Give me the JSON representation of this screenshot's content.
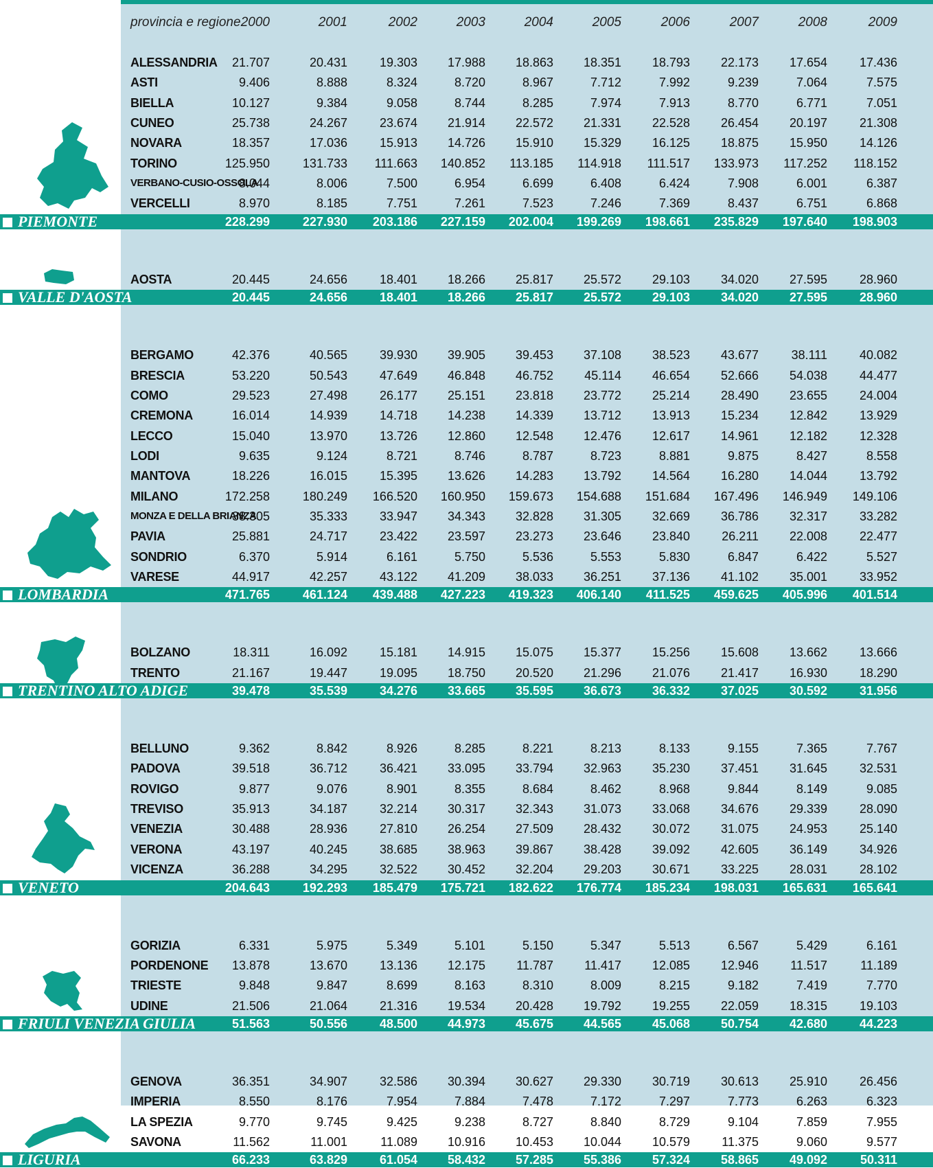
{
  "header": {
    "label": "provincia e regione",
    "years": [
      "2000",
      "2001",
      "2002",
      "2003",
      "2004",
      "2005",
      "2006",
      "2007",
      "2008",
      "2009"
    ]
  },
  "colors": {
    "accent": "#0f9f8e",
    "panel": "#c5dde6"
  },
  "regions": [
    {
      "name": "PIEMONTE",
      "map_icon": "piemonte-map-icon",
      "provinces": [
        {
          "name": "ALESSANDRIA",
          "values": [
            "21.707",
            "20.431",
            "19.303",
            "17.988",
            "18.863",
            "18.351",
            "18.793",
            "22.173",
            "17.654",
            "17.436"
          ]
        },
        {
          "name": "ASTI",
          "values": [
            "9.406",
            "8.888",
            "8.324",
            "8.720",
            "8.967",
            "7.712",
            "7.992",
            "9.239",
            "7.064",
            "7.575"
          ]
        },
        {
          "name": "BIELLA",
          "values": [
            "10.127",
            "9.384",
            "9.058",
            "8.744",
            "8.285",
            "7.974",
            "7.913",
            "8.770",
            "6.771",
            "7.051"
          ]
        },
        {
          "name": "CUNEO",
          "values": [
            "25.738",
            "24.267",
            "23.674",
            "21.914",
            "22.572",
            "21.331",
            "22.528",
            "26.454",
            "20.197",
            "21.308"
          ]
        },
        {
          "name": "NOVARA",
          "values": [
            "18.357",
            "17.036",
            "15.913",
            "14.726",
            "15.910",
            "15.329",
            "16.125",
            "18.875",
            "15.950",
            "14.126"
          ]
        },
        {
          "name": "TORINO",
          "values": [
            "125.950",
            "131.733",
            "111.663",
            "140.852",
            "113.185",
            "114.918",
            "111.517",
            "133.973",
            "117.252",
            "118.152"
          ]
        },
        {
          "name": "VERBANO-CUSIO-OSSOLA",
          "values": [
            "8.044",
            "8.006",
            "7.500",
            "6.954",
            "6.699",
            "6.408",
            "6.424",
            "7.908",
            "6.001",
            "6.387"
          ]
        },
        {
          "name": "VERCELLI",
          "values": [
            "8.970",
            "8.185",
            "7.751",
            "7.261",
            "7.523",
            "7.246",
            "7.369",
            "8.437",
            "6.751",
            "6.868"
          ]
        }
      ],
      "totals": [
        "228.299",
        "227.930",
        "203.186",
        "227.159",
        "202.004",
        "199.269",
        "198.661",
        "235.829",
        "197.640",
        "198.903"
      ]
    },
    {
      "name": "VALLE D'AOSTA",
      "map_icon": "valle-daosta-map-icon",
      "provinces": [
        {
          "name": "AOSTA",
          "values": [
            "20.445",
            "24.656",
            "18.401",
            "18.266",
            "25.817",
            "25.572",
            "29.103",
            "34.020",
            "27.595",
            "28.960"
          ]
        }
      ],
      "totals": [
        "20.445",
        "24.656",
        "18.401",
        "18.266",
        "25.817",
        "25.572",
        "29.103",
        "34.020",
        "27.595",
        "28.960"
      ]
    },
    {
      "name": "LOMBARDIA",
      "map_icon": "lombardia-map-icon",
      "provinces": [
        {
          "name": "BERGAMO",
          "values": [
            "42.376",
            "40.565",
            "39.930",
            "39.905",
            "39.453",
            "37.108",
            "38.523",
            "43.677",
            "38.111",
            "40.082"
          ]
        },
        {
          "name": "BRESCIA",
          "values": [
            "53.220",
            "50.543",
            "47.649",
            "46.848",
            "46.752",
            "45.114",
            "46.654",
            "52.666",
            "54.038",
            "44.477"
          ]
        },
        {
          "name": "COMO",
          "values": [
            "29.523",
            "27.498",
            "26.177",
            "25.151",
            "23.818",
            "23.772",
            "25.214",
            "28.490",
            "23.655",
            "24.004"
          ]
        },
        {
          "name": "CREMONA",
          "values": [
            "16.014",
            "14.939",
            "14.718",
            "14.238",
            "14.339",
            "13.712",
            "13.913",
            "15.234",
            "12.842",
            "13.929"
          ]
        },
        {
          "name": "LECCO",
          "values": [
            "15.040",
            "13.970",
            "13.726",
            "12.860",
            "12.548",
            "12.476",
            "12.617",
            "14.961",
            "12.182",
            "12.328"
          ]
        },
        {
          "name": "LODI",
          "values": [
            "9.635",
            "9.124",
            "8.721",
            "8.746",
            "8.787",
            "8.723",
            "8.881",
            "9.875",
            "8.427",
            "8.558"
          ]
        },
        {
          "name": "MANTOVA",
          "values": [
            "18.226",
            "16.015",
            "15.395",
            "13.626",
            "14.283",
            "13.792",
            "14.564",
            "16.280",
            "14.044",
            "13.792"
          ]
        },
        {
          "name": "MILANO",
          "values": [
            "172.258",
            "180.249",
            "166.520",
            "160.950",
            "159.673",
            "154.688",
            "151.684",
            "167.496",
            "146.949",
            "149.106"
          ]
        },
        {
          "name": "MONZA E DELLA BRIANZA",
          "values": [
            "38.305",
            "35.333",
            "33.947",
            "34.343",
            "32.828",
            "31.305",
            "32.669",
            "36.786",
            "32.317",
            "33.282"
          ]
        },
        {
          "name": "PAVIA",
          "values": [
            "25.881",
            "24.717",
            "23.422",
            "23.597",
            "23.273",
            "23.646",
            "23.840",
            "26.211",
            "22.008",
            "22.477"
          ]
        },
        {
          "name": "SONDRIO",
          "values": [
            "6.370",
            "5.914",
            "6.161",
            "5.750",
            "5.536",
            "5.553",
            "5.830",
            "6.847",
            "6.422",
            "5.527"
          ]
        },
        {
          "name": "VARESE",
          "values": [
            "44.917",
            "42.257",
            "43.122",
            "41.209",
            "38.033",
            "36.251",
            "37.136",
            "41.102",
            "35.001",
            "33.952"
          ]
        }
      ],
      "totals": [
        "471.765",
        "461.124",
        "439.488",
        "427.223",
        "419.323",
        "406.140",
        "411.525",
        "459.625",
        "405.996",
        "401.514"
      ]
    },
    {
      "name": "TRENTINO ALTO ADIGE",
      "map_icon": "trentino-map-icon",
      "provinces": [
        {
          "name": "BOLZANO",
          "values": [
            "18.311",
            "16.092",
            "15.181",
            "14.915",
            "15.075",
            "15.377",
            "15.256",
            "15.608",
            "13.662",
            "13.666"
          ]
        },
        {
          "name": "TRENTO",
          "values": [
            "21.167",
            "19.447",
            "19.095",
            "18.750",
            "20.520",
            "21.296",
            "21.076",
            "21.417",
            "16.930",
            "18.290"
          ]
        }
      ],
      "totals": [
        "39.478",
        "35.539",
        "34.276",
        "33.665",
        "35.595",
        "36.673",
        "36.332",
        "37.025",
        "30.592",
        "31.956"
      ]
    },
    {
      "name": "VENETO",
      "map_icon": "veneto-map-icon",
      "provinces": [
        {
          "name": "BELLUNO",
          "values": [
            "9.362",
            "8.842",
            "8.926",
            "8.285",
            "8.221",
            "8.213",
            "8.133",
            "9.155",
            "7.365",
            "7.767"
          ]
        },
        {
          "name": "PADOVA",
          "values": [
            "39.518",
            "36.712",
            "36.421",
            "33.095",
            "33.794",
            "32.963",
            "35.230",
            "37.451",
            "31.645",
            "32.531"
          ]
        },
        {
          "name": "ROVIGO",
          "values": [
            "9.877",
            "9.076",
            "8.901",
            "8.355",
            "8.684",
            "8.462",
            "8.968",
            "9.844",
            "8.149",
            "9.085"
          ]
        },
        {
          "name": "TREVISO",
          "values": [
            "35.913",
            "34.187",
            "32.214",
            "30.317",
            "32.343",
            "31.073",
            "33.068",
            "34.676",
            "29.339",
            "28.090"
          ]
        },
        {
          "name": "VENEZIA",
          "values": [
            "30.488",
            "28.936",
            "27.810",
            "26.254",
            "27.509",
            "28.432",
            "30.072",
            "31.075",
            "24.953",
            "25.140"
          ]
        },
        {
          "name": "VERONA",
          "values": [
            "43.197",
            "40.245",
            "38.685",
            "38.963",
            "39.867",
            "38.428",
            "39.092",
            "42.605",
            "36.149",
            "34.926"
          ]
        },
        {
          "name": "VICENZA",
          "values": [
            "36.288",
            "34.295",
            "32.522",
            "30.452",
            "32.204",
            "29.203",
            "30.671",
            "33.225",
            "28.031",
            "28.102"
          ]
        }
      ],
      "totals": [
        "204.643",
        "192.293",
        "185.479",
        "175.721",
        "182.622",
        "176.774",
        "185.234",
        "198.031",
        "165.631",
        "165.641"
      ]
    },
    {
      "name": "FRIULI VENEZIA GIULIA",
      "map_icon": "friuli-map-icon",
      "provinces": [
        {
          "name": "GORIZIA",
          "values": [
            "6.331",
            "5.975",
            "5.349",
            "5.101",
            "5.150",
            "5.347",
            "5.513",
            "6.567",
            "5.429",
            "6.161"
          ]
        },
        {
          "name": "PORDENONE",
          "values": [
            "13.878",
            "13.670",
            "13.136",
            "12.175",
            "11.787",
            "11.417",
            "12.085",
            "12.946",
            "11.517",
            "11.189"
          ]
        },
        {
          "name": "TRIESTE",
          "values": [
            "9.848",
            "9.847",
            "8.699",
            "8.163",
            "8.310",
            "8.009",
            "8.215",
            "9.182",
            "7.419",
            "7.770"
          ]
        },
        {
          "name": "UDINE",
          "values": [
            "21.506",
            "21.064",
            "21.316",
            "19.534",
            "20.428",
            "19.792",
            "19.255",
            "22.059",
            "18.315",
            "19.103"
          ]
        }
      ],
      "totals": [
        "51.563",
        "50.556",
        "48.500",
        "44.973",
        "45.675",
        "44.565",
        "45.068",
        "50.754",
        "42.680",
        "44.223"
      ]
    },
    {
      "name": "LIGURIA",
      "map_icon": "liguria-map-icon",
      "provinces": [
        {
          "name": "GENOVA",
          "values": [
            "36.351",
            "34.907",
            "32.586",
            "30.394",
            "30.627",
            "29.330",
            "30.719",
            "30.613",
            "25.910",
            "26.456"
          ]
        },
        {
          "name": "IMPERIA",
          "values": [
            "8.550",
            "8.176",
            "7.954",
            "7.884",
            "7.478",
            "7.172",
            "7.297",
            "7.773",
            "6.263",
            "6.323"
          ]
        },
        {
          "name": "LA SPEZIA",
          "values": [
            "9.770",
            "9.745",
            "9.425",
            "9.238",
            "8.727",
            "8.840",
            "8.729",
            "9.104",
            "7.859",
            "7.955"
          ]
        },
        {
          "name": "SAVONA",
          "values": [
            "11.562",
            "11.001",
            "11.089",
            "10.916",
            "10.453",
            "10.044",
            "10.579",
            "11.375",
            "9.060",
            "9.577"
          ]
        }
      ],
      "totals": [
        "66.233",
        "63.829",
        "61.054",
        "58.432",
        "57.285",
        "55.386",
        "57.324",
        "58.865",
        "49.092",
        "50.311"
      ]
    }
  ]
}
